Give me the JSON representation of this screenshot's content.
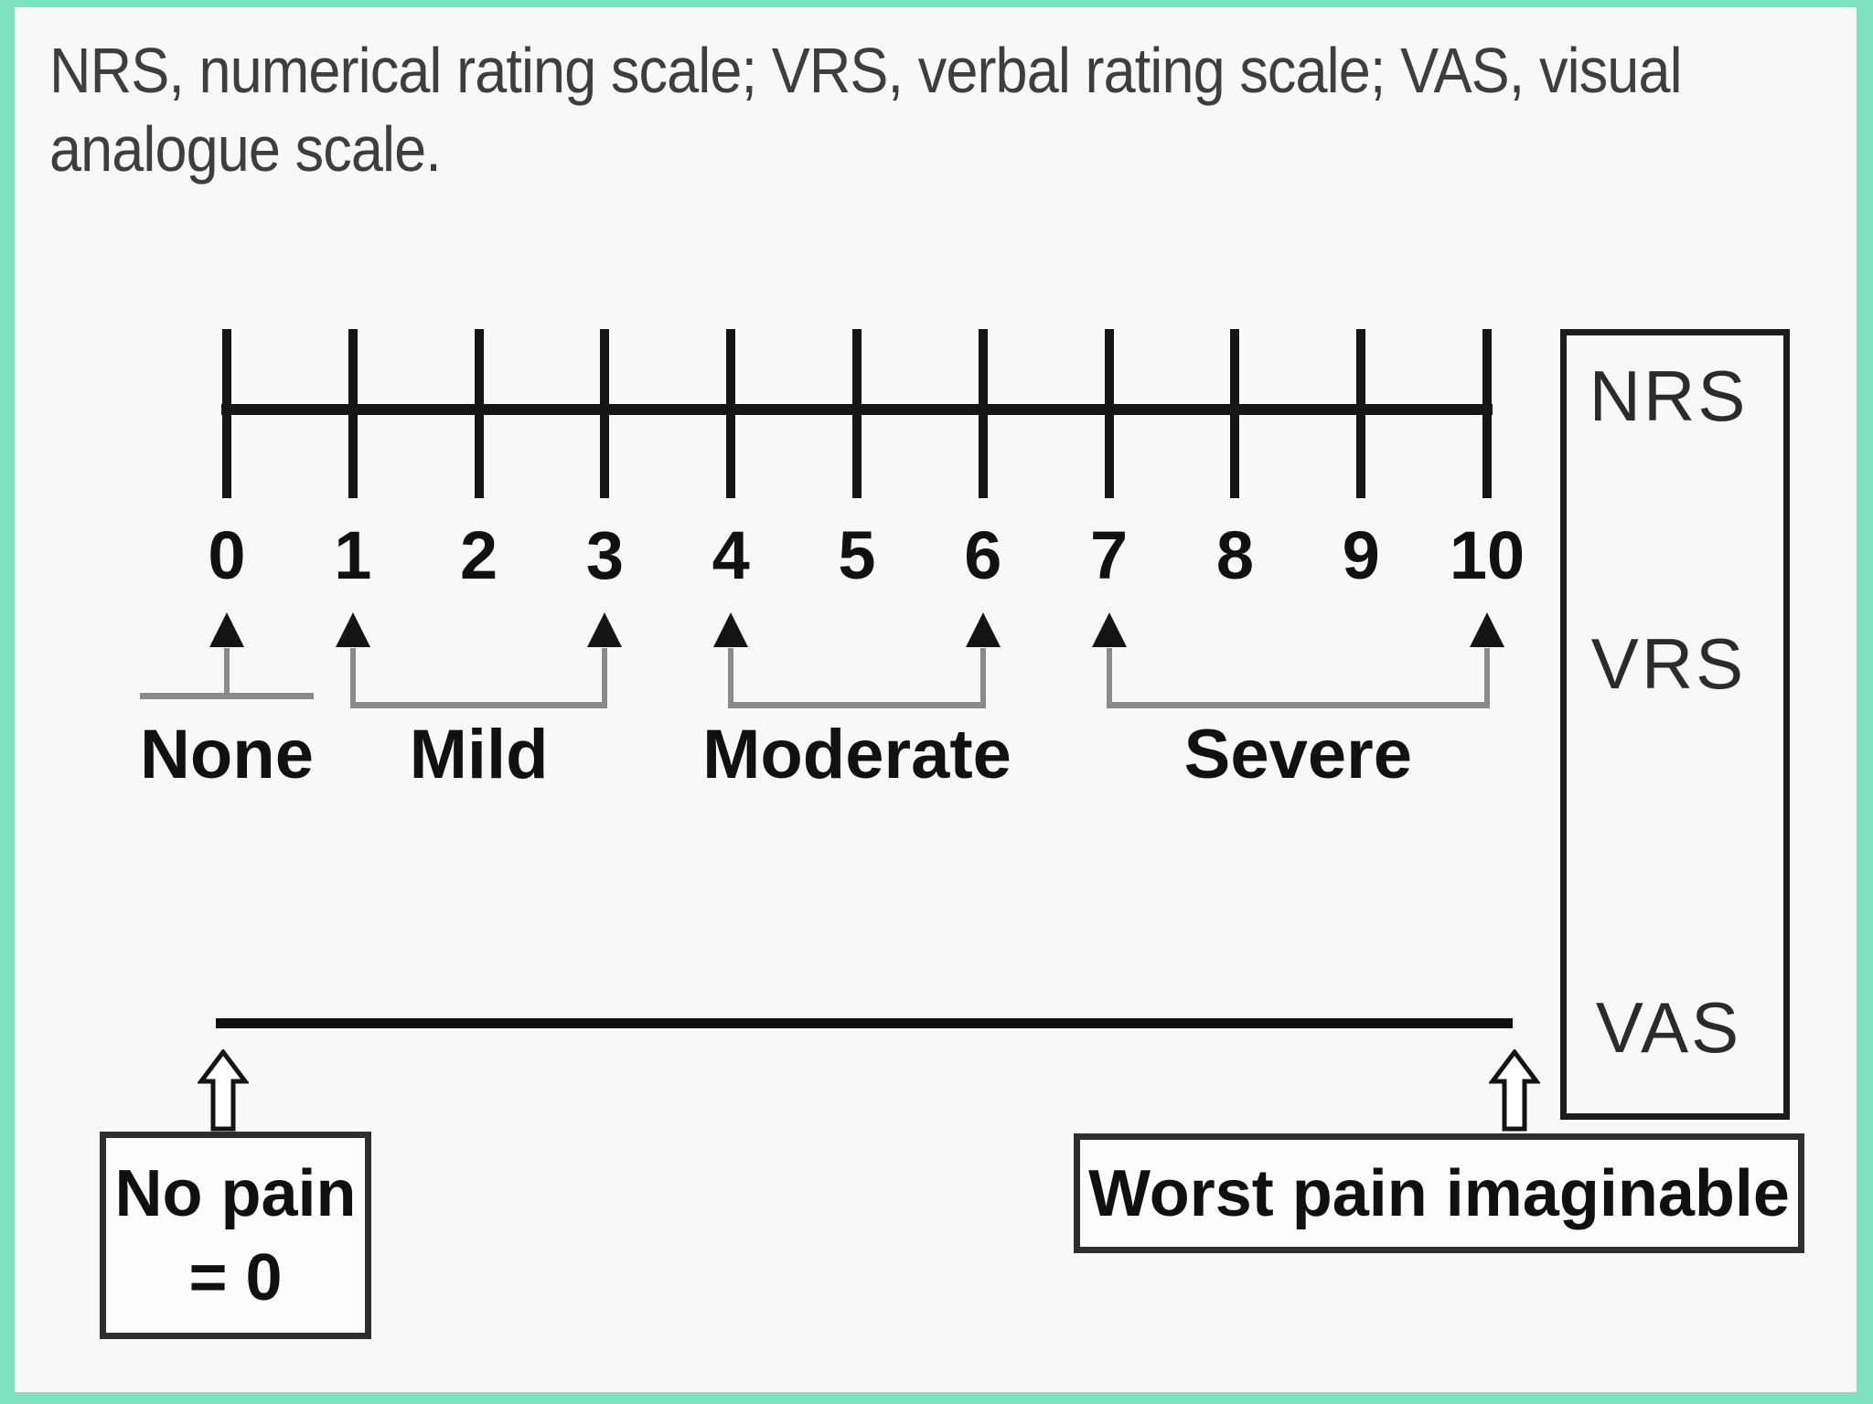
{
  "figure": {
    "caption_line1": "NRS, numerical rating scale; VRS, verbal rating scale; VAS, visual",
    "caption_line2": "analogue scale."
  },
  "nrs_scale": {
    "ticks": [
      "0",
      "1",
      "2",
      "3",
      "4",
      "5",
      "6",
      "7",
      "8",
      "9",
      "10"
    ]
  },
  "vrs_scale": {
    "categories": [
      {
        "label": "None",
        "from": 0,
        "to": 0
      },
      {
        "label": "Mild",
        "from": 1,
        "to": 3
      },
      {
        "label": "Moderate",
        "from": 4,
        "to": 6
      },
      {
        "label": "Severe",
        "from": 7,
        "to": 10
      }
    ]
  },
  "vas_scale": {
    "min_label_lines": [
      "No pain",
      "= 0"
    ],
    "max_label": "Worst pain imaginable"
  },
  "side_panel": {
    "labels": [
      "NRS",
      "VRS",
      "VAS"
    ]
  },
  "colors": {
    "frame_border": "#7de0bf",
    "background": "#f8f8f7",
    "ink": "#161616",
    "bracket_gray": "#8a8a8a",
    "caption_gray": "#3e3e3e"
  }
}
